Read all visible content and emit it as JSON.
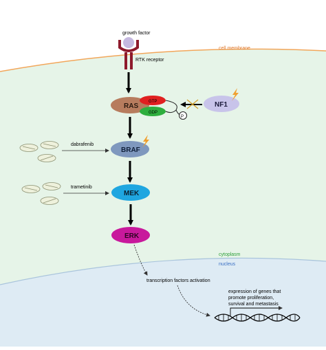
{
  "labels": {
    "growth_factor": "growth factor",
    "cell_membrane": "cell membrane",
    "rtk_receptor": "RTK receptor",
    "ras": "RAS",
    "gtp": "GTP",
    "gdp": "GDP",
    "p": "P",
    "nf1": "NF1",
    "braf": "BRAF",
    "dabrafenib": "dabrafenib",
    "mek": "MEK",
    "trametinib": "trametinib",
    "erk": "ERK",
    "cytoplasm": "cytoplasm",
    "nucleus": "nucleus",
    "transcription": "transcription factors activation",
    "expression_line1": "expression of genes that",
    "expression_line2": "promote proliferation,",
    "expression_line3": "survival and metastasis"
  },
  "colors": {
    "cytoplasm_fill": "#e6f4e8",
    "nucleus_fill": "#deebf4",
    "membrane_line": "#f2a65a",
    "membrane_label": "#e07a2e",
    "cytoplasm_label": "#2e9e3a",
    "nucleus_label": "#3a6fc4",
    "ras": "#b77c5e",
    "gtp": "#e02020",
    "gdp": "#2eae3e",
    "nf1": "#c8c4ea",
    "braf": "#7f98be",
    "mek": "#1fa6e0",
    "erk": "#c8199c",
    "receptor": "#8e1a2c",
    "ligand": "#c5b8df",
    "mutation_bolt": "#f0a030",
    "pill": "#eef1dc"
  }
}
